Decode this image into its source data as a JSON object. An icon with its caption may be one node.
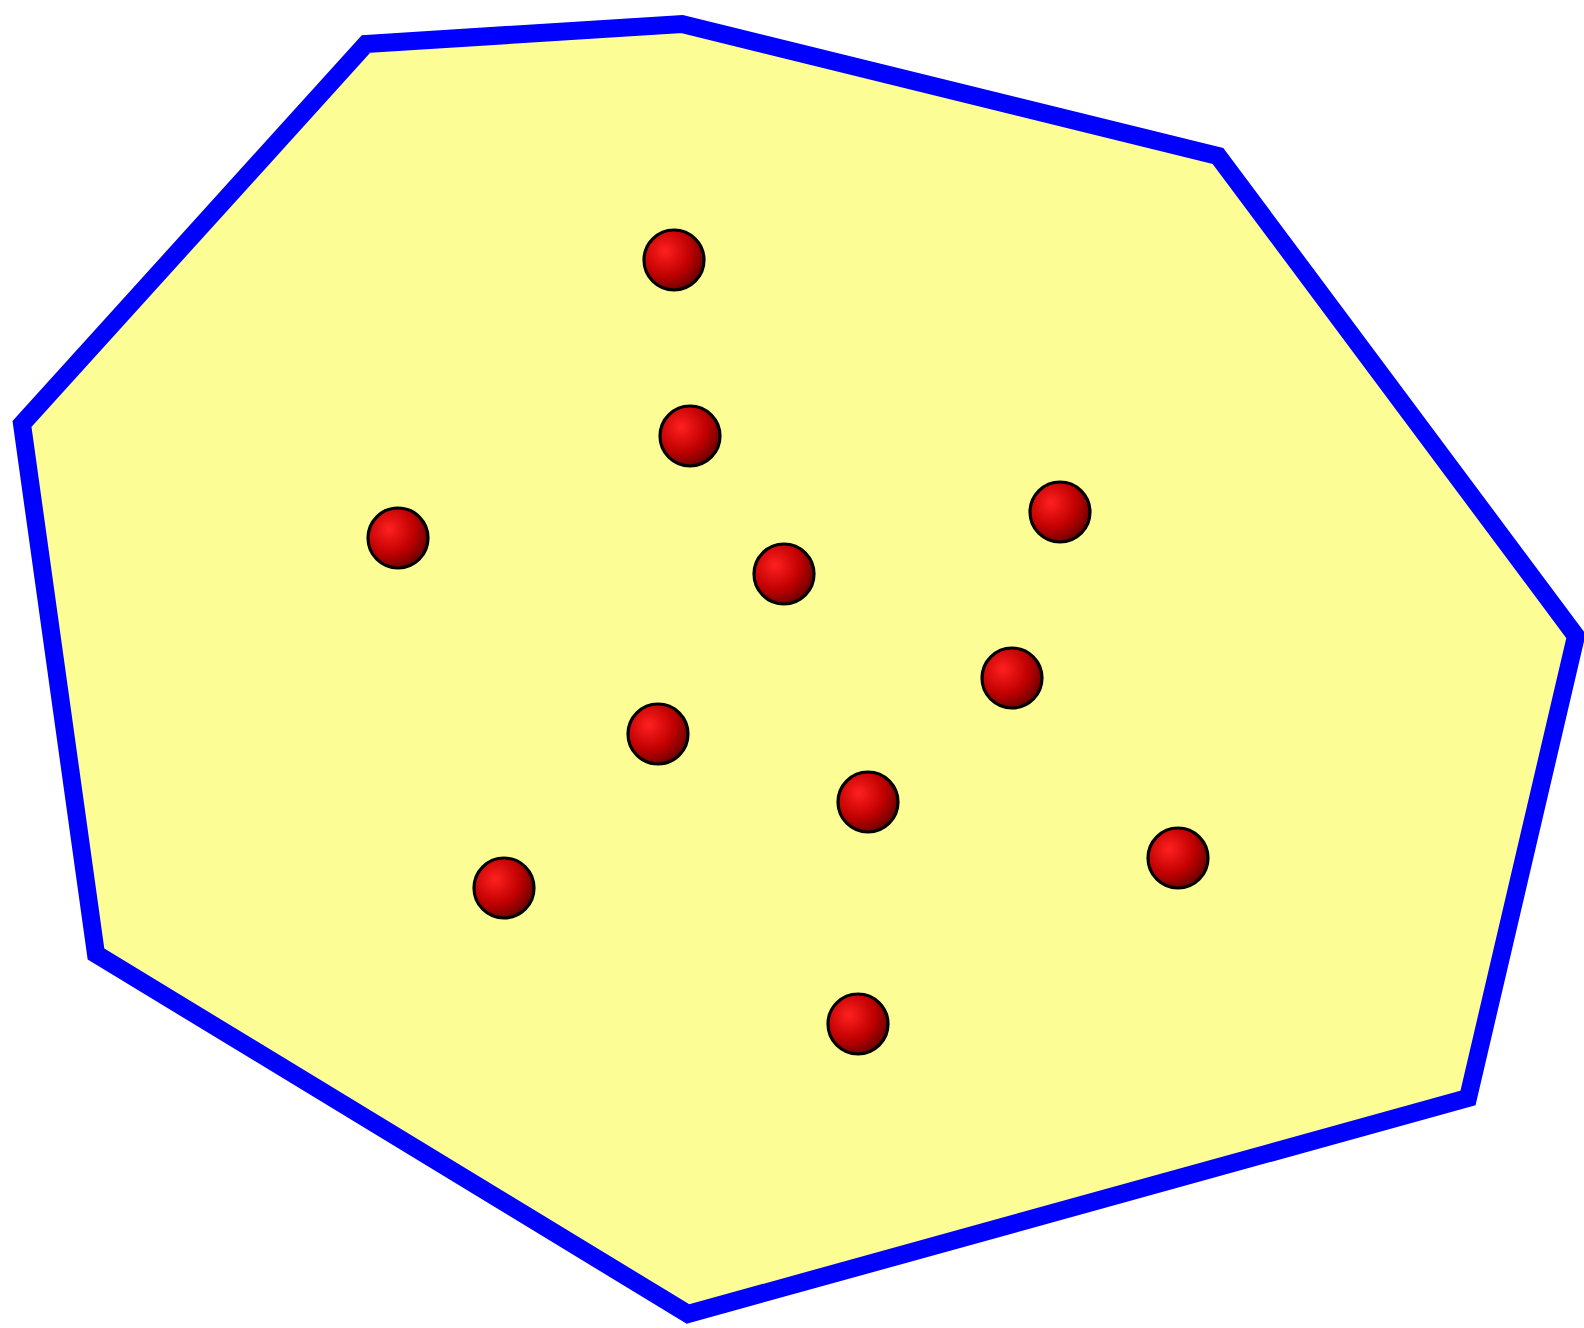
{
  "diagram": {
    "nodes": [
      {
        "text": [],
        "shape": "polygon"
      },
      {
        "text": [],
        "shape": "circle",
        "in": 0
      },
      {
        "text": [],
        "shape": "circle",
        "in": 0
      },
      {
        "text": [],
        "shape": "circle",
        "in": 0
      },
      {
        "text": [],
        "shape": "circle",
        "in": 0
      },
      {
        "text": [],
        "shape": "circle",
        "in": 0
      },
      {
        "text": [],
        "shape": "circle",
        "in": 0
      },
      {
        "text": [],
        "shape": "circle",
        "in": 0
      },
      {
        "text": [],
        "shape": "circle",
        "in": 0
      },
      {
        "text": [],
        "shape": "circle",
        "in": 0
      },
      {
        "text": [],
        "shape": "circle",
        "in": 0
      },
      {
        "text": [],
        "shape": "circle",
        "in": 0
      }
    ]
  }
}
